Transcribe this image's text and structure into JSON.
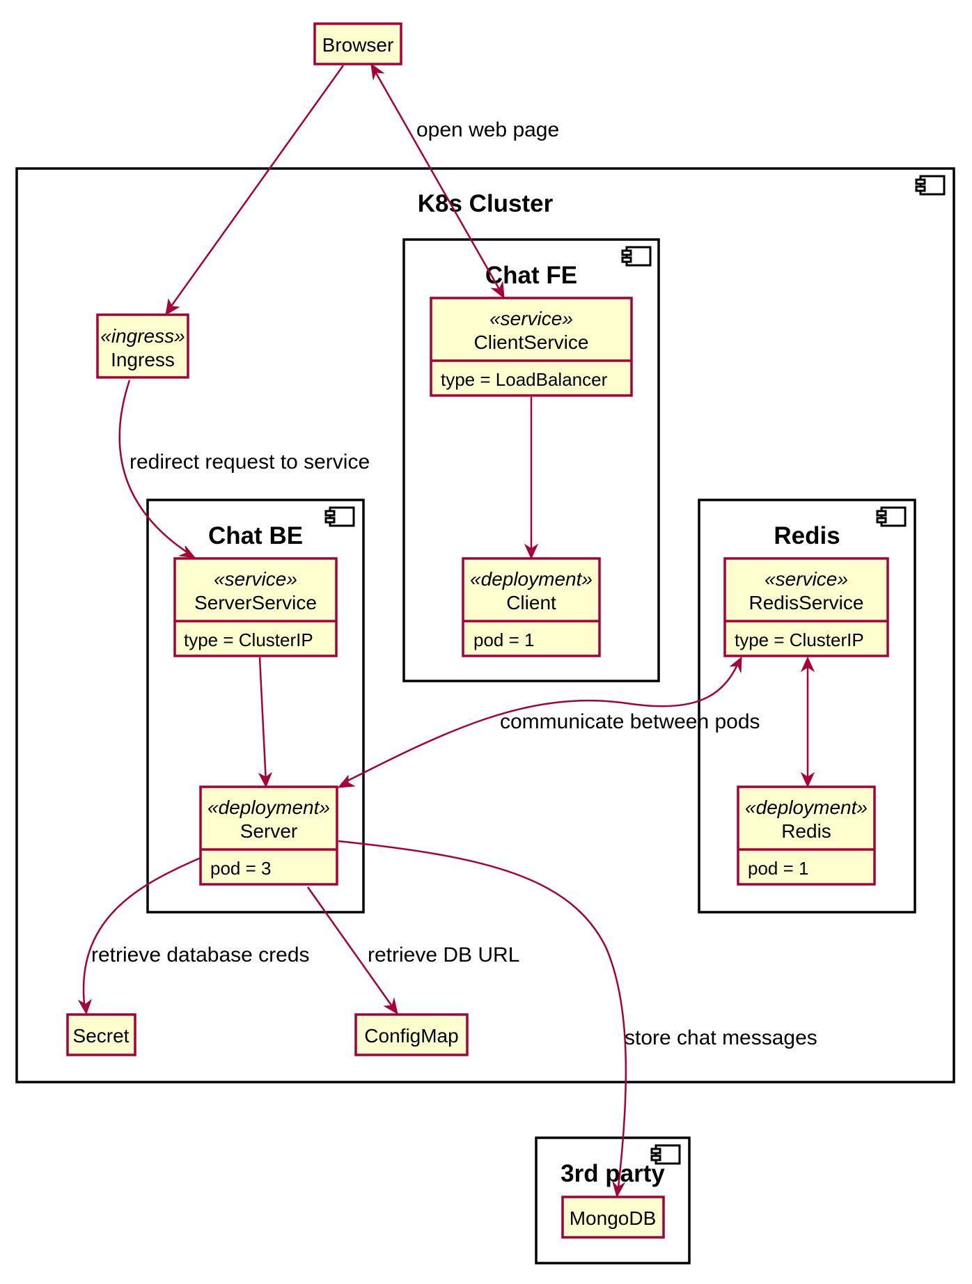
{
  "clusters": {
    "k8s": {
      "title": "K8s Cluster"
    },
    "chat_fe": {
      "title": "Chat FE"
    },
    "chat_be": {
      "title": "Chat BE"
    },
    "redis": {
      "title": "Redis"
    },
    "third_party": {
      "title": "3rd party"
    }
  },
  "nodes": {
    "browser": {
      "name": "Browser"
    },
    "ingress": {
      "stereotype": "«ingress»",
      "name": "Ingress"
    },
    "client_service": {
      "stereotype": "«service»",
      "name": "ClientService",
      "attr": "type = LoadBalancer"
    },
    "client": {
      "stereotype": "«deployment»",
      "name": "Client",
      "attr": "pod = 1"
    },
    "server_service": {
      "stereotype": "«service»",
      "name": "ServerService",
      "attr": "type = ClusterIP"
    },
    "server": {
      "stereotype": "«deployment»",
      "name": "Server",
      "attr": "pod = 3"
    },
    "redis_service": {
      "stereotype": "«service»",
      "name": "RedisService",
      "attr": "type = ClusterIP"
    },
    "redis": {
      "stereotype": "«deployment»",
      "name": "Redis",
      "attr": "pod = 1"
    },
    "secret": {
      "name": "Secret"
    },
    "configmap": {
      "name": "ConfigMap"
    },
    "mongodb": {
      "name": "MongoDB"
    }
  },
  "edges": {
    "open_web_page": "open web page",
    "redirect_request": "redirect request to service",
    "communicate_pods": "communicate between pods",
    "retrieve_creds": "retrieve database creds",
    "retrieve_db_url": "retrieve DB URL",
    "store_messages": "store chat messages"
  },
  "colors": {
    "node_fill": "#FEFECE",
    "node_border": "#A80036",
    "edge": "#A80036",
    "frame": "#000000"
  }
}
